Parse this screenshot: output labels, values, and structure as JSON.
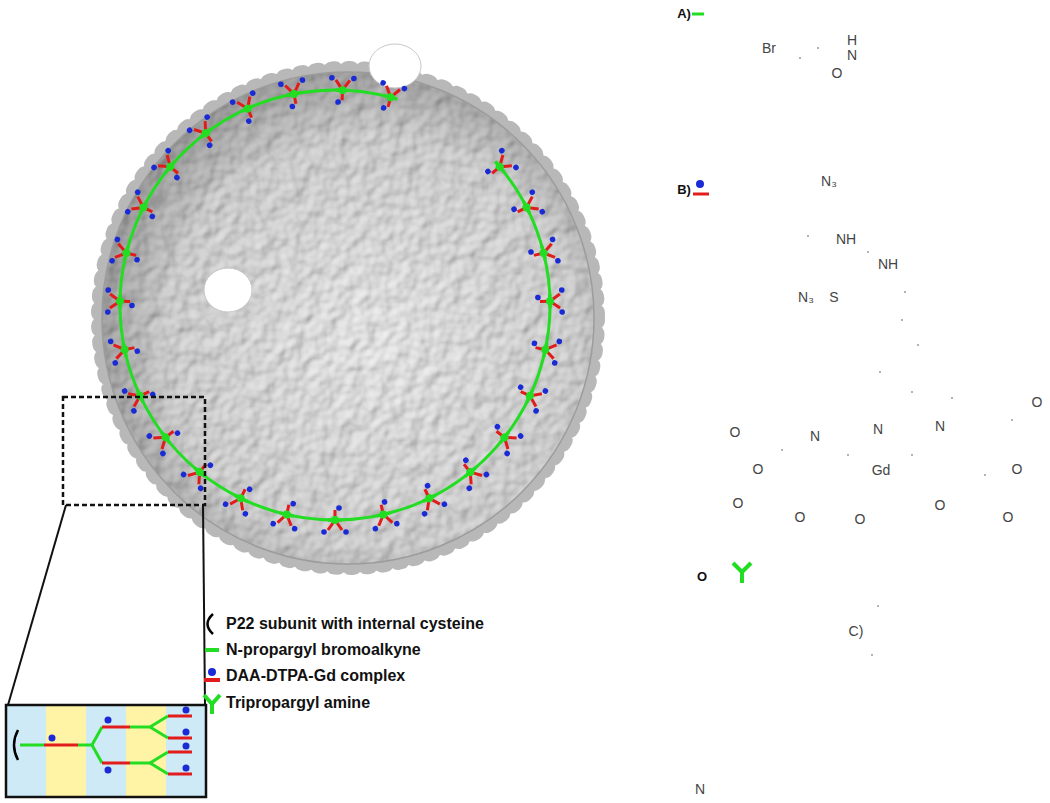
{
  "diagram": {
    "labels": [
      "A)",
      "H",
      "N",
      "Br",
      "O",
      "B)",
      "N₃",
      "NH",
      "NH",
      "N₃",
      "S",
      "O",
      "N",
      "N",
      "N",
      "O",
      "O",
      "Gd",
      "O",
      "O",
      "O",
      "O",
      "O",
      "O",
      "O",
      "C)",
      "N"
    ],
    "legend": [
      {
        "text": "P22 subunit with internal cysteine"
      },
      {
        "text": "N-propargyl bromoalkyne"
      },
      {
        "text": "DAA-DTPA-Gd complex"
      },
      {
        "text": "Tripropargyl amine"
      }
    ]
  }
}
